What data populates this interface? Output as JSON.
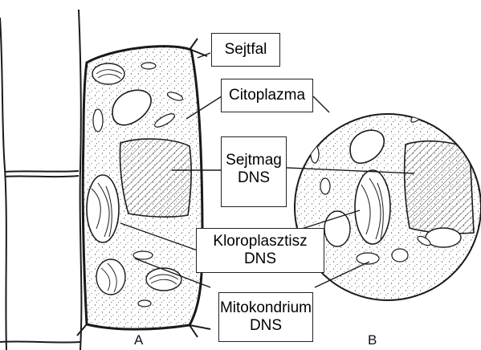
{
  "labels": {
    "cell_wall": "Sejtfal",
    "cytoplasm": "Citoplazma",
    "nucleus_line1": "Sejtmag",
    "nucleus_line2": "DNS",
    "chloroplast_line1": "Kloroplasztisz",
    "chloroplast_line2": "DNS",
    "mitochondrion_line1": "Mitokondrium",
    "mitochondrion_line2": "DNS"
  },
  "panels": {
    "a": "A",
    "b": "B"
  },
  "colors": {
    "ink": "#1a1a1a",
    "background": "#ffffff"
  }
}
